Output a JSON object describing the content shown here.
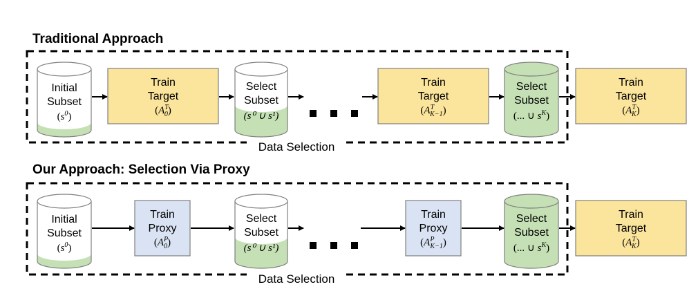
{
  "section1": {
    "title": "Traditional Approach",
    "footer": "Data Selection",
    "cyl1": {
      "line1": "Initial",
      "line2": "Subset",
      "math_pre": "(",
      "math_var": "s",
      "math_sup": "0",
      "math_post": ")"
    },
    "box1": {
      "line1": "Train",
      "line2": "Target",
      "math_var": "A",
      "math_sup": "T",
      "math_sub": "0"
    },
    "cyl2": {
      "line1": "Select",
      "line2": "Subset",
      "math": "(s⁰ ∪ s¹)"
    },
    "dots": "• • •",
    "box2": {
      "line1": "Train",
      "line2": "Target",
      "math_var": "A",
      "math_sup": "T",
      "math_sub": "K−1"
    },
    "cyl3": {
      "line1": "Select",
      "line2": "Subset",
      "math_pre": "(... ∪ ",
      "math_var": "s",
      "math_sup": "K",
      "math_post": ")"
    },
    "box3": {
      "line1": "Train",
      "line2": "Target",
      "math_var": "A",
      "math_sup": "T",
      "math_sub": "K"
    }
  },
  "section2": {
    "title": "Our Approach: Selection Via Proxy",
    "footer": "Data Selection",
    "cyl1": {
      "line1": "Initial",
      "line2": "Subset",
      "math_pre": "(",
      "math_var": "s",
      "math_sup": "0",
      "math_post": ")"
    },
    "box1": {
      "line1": "Train",
      "line2": "Proxy",
      "math_var": "A",
      "math_sup": "P",
      "math_sub": "0"
    },
    "cyl2": {
      "line1": "Select",
      "line2": "Subset",
      "math": "(s⁰ ∪ s¹)"
    },
    "dots": "• • •",
    "box2": {
      "line1": "Train",
      "line2": "Proxy",
      "math_var": "A",
      "math_sup": "P",
      "math_sub": "K−1"
    },
    "cyl3": {
      "line1": "Select",
      "line2": "Subset",
      "math_pre": "(... ∪ ",
      "math_var": "s",
      "math_sup": "K",
      "math_post": ")"
    },
    "box3": {
      "line1": "Train",
      "line2": "Target",
      "math_var": "A",
      "math_sup": "T",
      "math_sub": "K"
    }
  },
  "colors": {
    "target_fill": "#fbe49b",
    "proxy_fill": "#dae3f3",
    "subset_fill": "#c5e0b4",
    "border": "#7f7f7f"
  }
}
